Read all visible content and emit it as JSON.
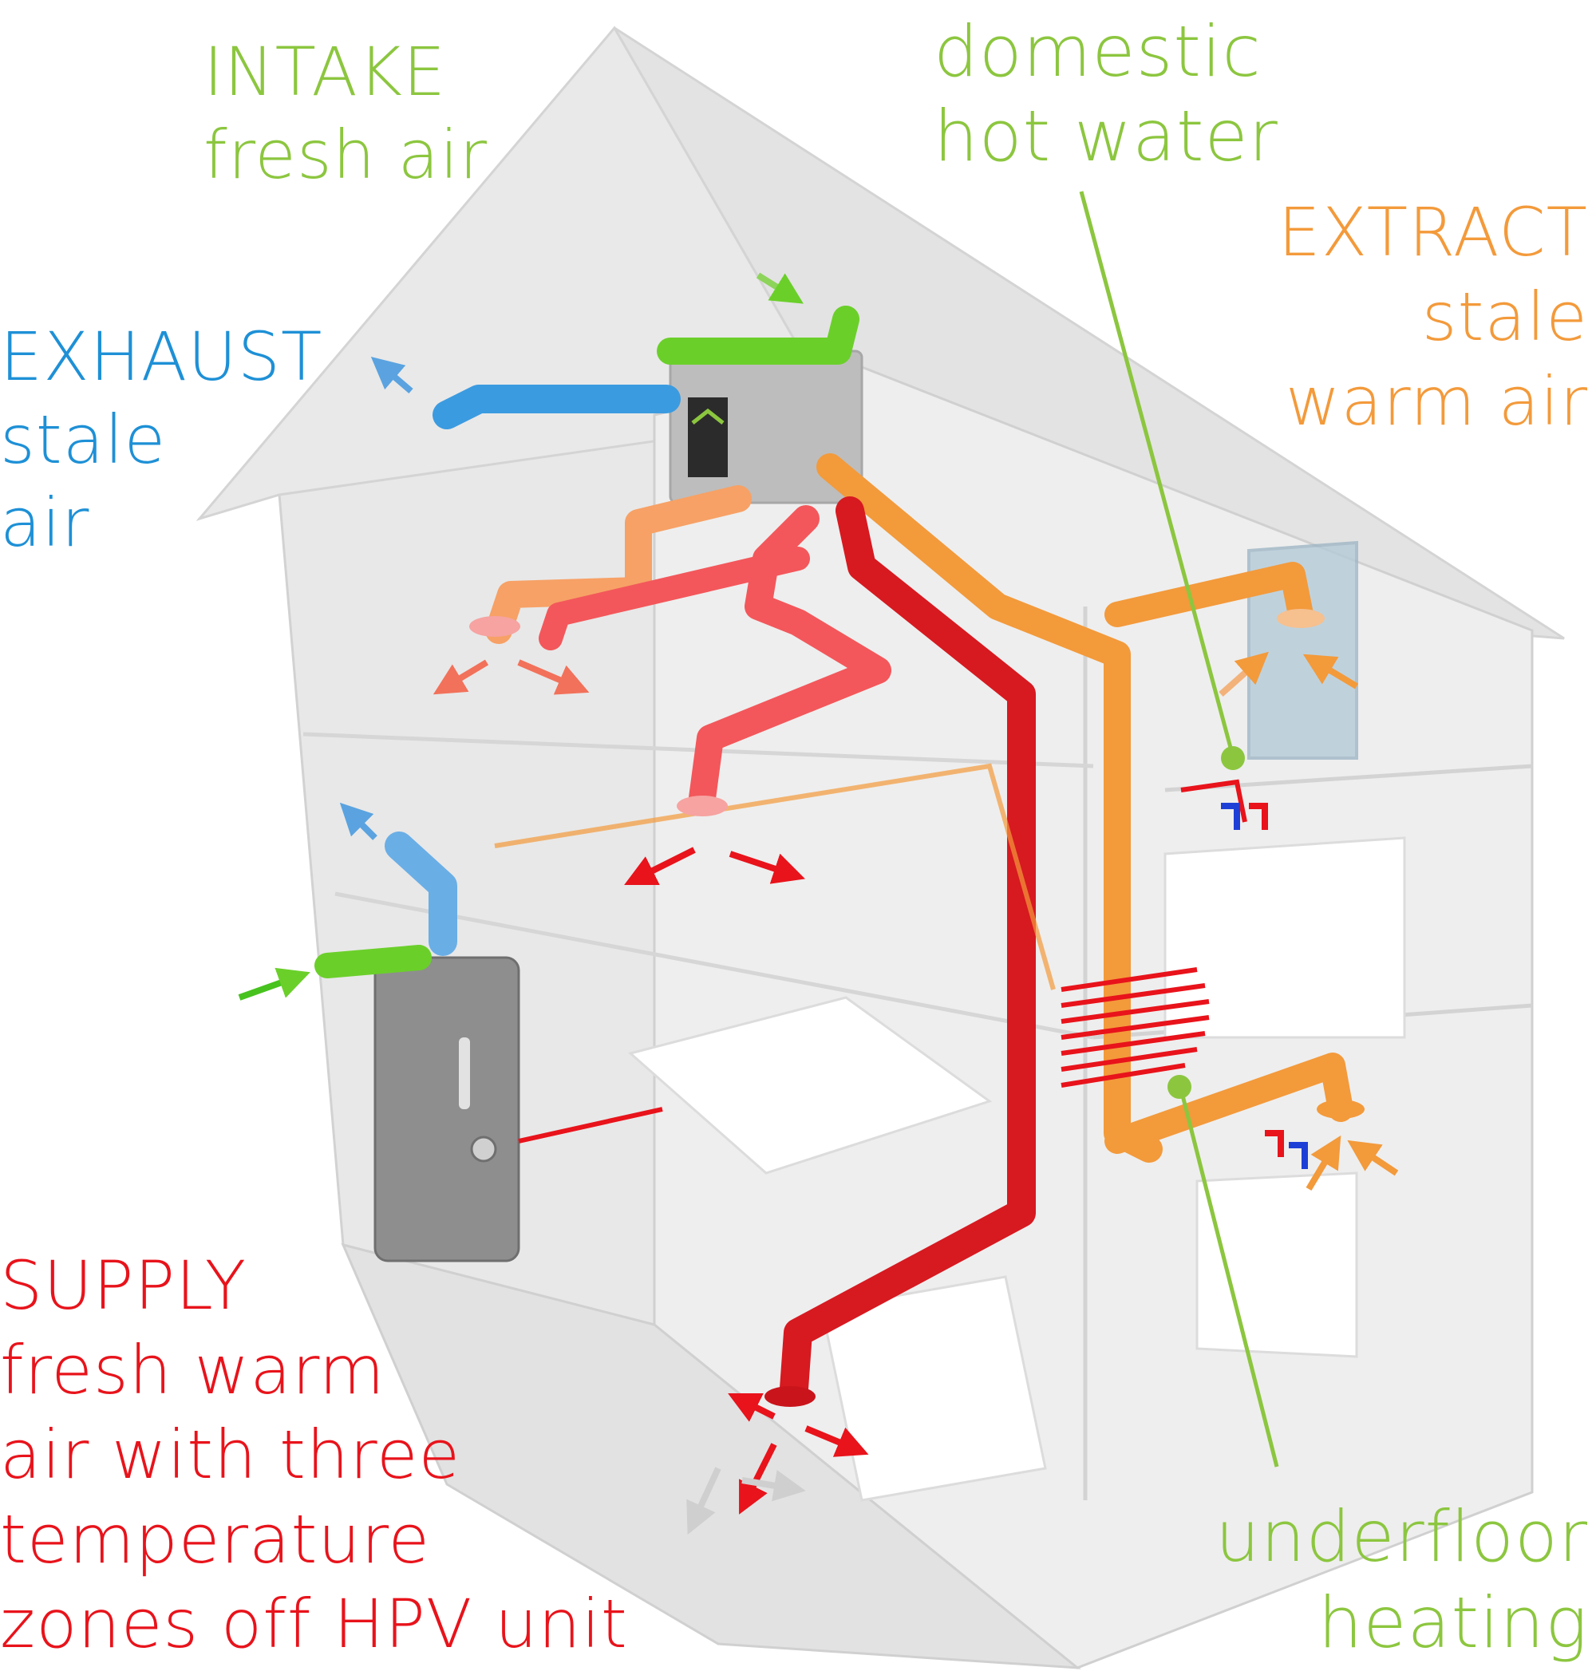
{
  "colors": {
    "intake": "#8cc63f",
    "exhaust": "#1e90d6",
    "extract": "#f39a3b",
    "supply": "#e8131b",
    "leader": "#8cc63f"
  },
  "labels": {
    "intake": [
      "INTAKE",
      "fresh air"
    ],
    "exhaust": [
      "EXHAUST",
      "stale",
      "air"
    ],
    "domestic_hot_water": [
      "domestic",
      "hot water"
    ],
    "extract": [
      "EXTRACT",
      "stale",
      "warm air"
    ],
    "supply": [
      "SUPPLY",
      "fresh warm",
      "air with three",
      "temperature",
      "zones off HPV unit"
    ],
    "underfloor_heating": [
      "underfloor",
      "heating"
    ]
  }
}
